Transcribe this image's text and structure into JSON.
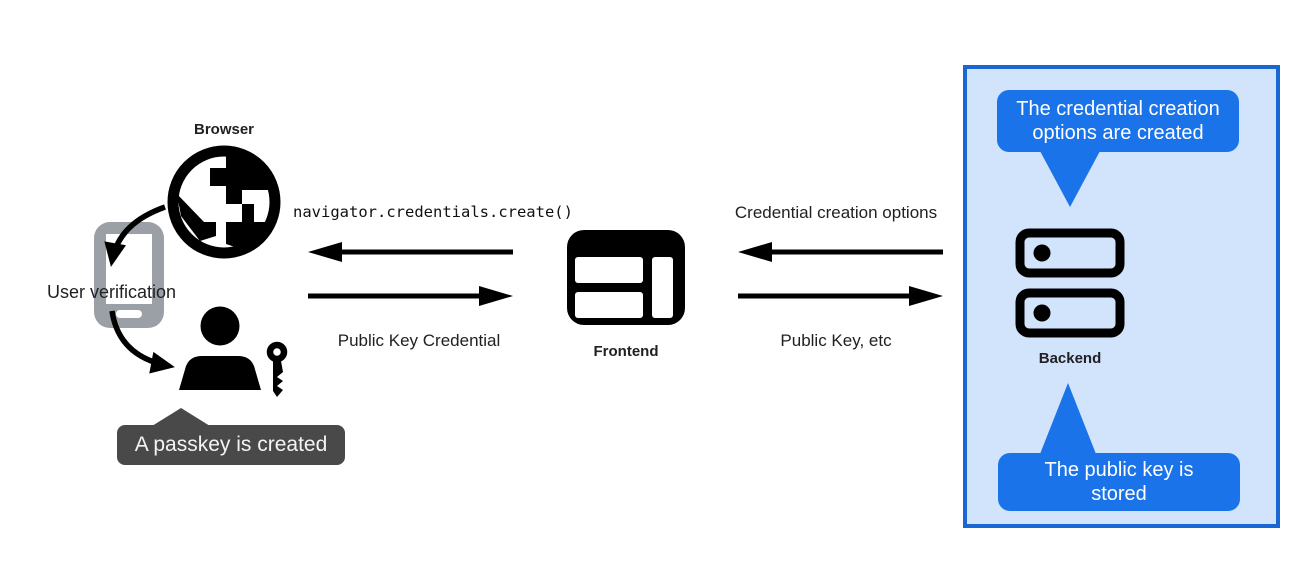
{
  "left": {
    "browser_label": "Browser",
    "user_verification_label": "User verification",
    "passkey_tooltip": "A passkey is created"
  },
  "center": {
    "api_call": "navigator.credentials.create()",
    "return_label": "Public Key Credential",
    "frontend_label": "Frontend"
  },
  "right": {
    "request_label": "Credential creation options",
    "return_label": "Public Key, etc"
  },
  "panel": {
    "backend_label": "Backend",
    "options_tooltip": "The credential creation\noptions are created",
    "stored_tooltip": "The public key is\nstored"
  },
  "colors": {
    "tooltip_blue": "#1a73e8",
    "panel_background": "#d2e3fc",
    "panel_border": "#1967d2",
    "tooltip_dark": "#494949",
    "icon_gray": "#9aa0a6",
    "icon_black": "#000000",
    "text": "#202124"
  }
}
